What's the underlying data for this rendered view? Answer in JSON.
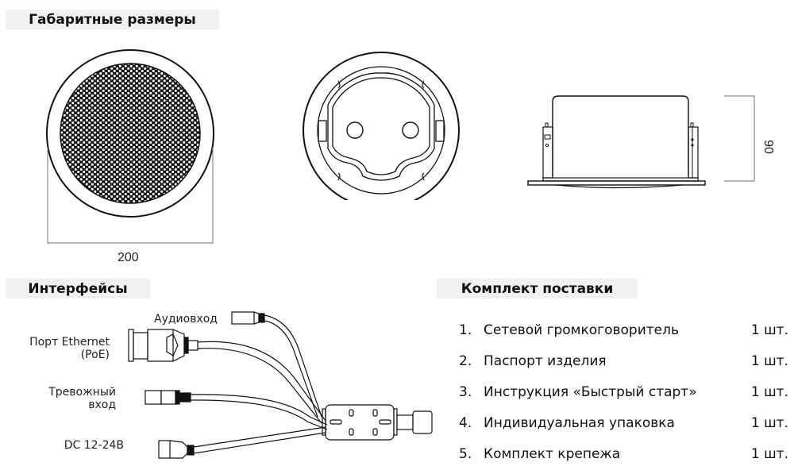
{
  "sections": {
    "dimensions": {
      "title": "Габаритные размеры",
      "width_label": "200",
      "height_label": "90"
    },
    "interfaces": {
      "title": "Интерфейсы",
      "ports": [
        {
          "label_line1": "Аудиовход",
          "label_line2": "",
          "icon": "audio-jack-icon"
        },
        {
          "label_line1": "Порт Ethernet",
          "label_line2": "(PoE)",
          "icon": "rj45-connector-icon"
        },
        {
          "label_line1": "Тревожный",
          "label_line2": "вход",
          "icon": "alarm-connector-icon"
        },
        {
          "label_line1": "DC 12-24В",
          "label_line2": "",
          "icon": "dc-power-connector-icon"
        }
      ]
    },
    "kit": {
      "title": "Комплект поставки",
      "items": [
        {
          "num": "1.",
          "name": "Сетевой громкоговоритель",
          "qty": "1 шт."
        },
        {
          "num": "2.",
          "name": "Паспорт изделия",
          "qty": "1 шт."
        },
        {
          "num": "3.",
          "name": "Инструкция «Быстрый старт»",
          "qty": "1 шт."
        },
        {
          "num": "4.",
          "name": "Индивидуальная упаковка",
          "qty": "1 шт."
        },
        {
          "num": "5.",
          "name": "Комплект крепежа",
          "qty": "1 шт."
        }
      ]
    }
  },
  "colors": {
    "header_bg": "#f1f1f1",
    "line": "#111111",
    "dim_line": "#8a8a8a"
  }
}
